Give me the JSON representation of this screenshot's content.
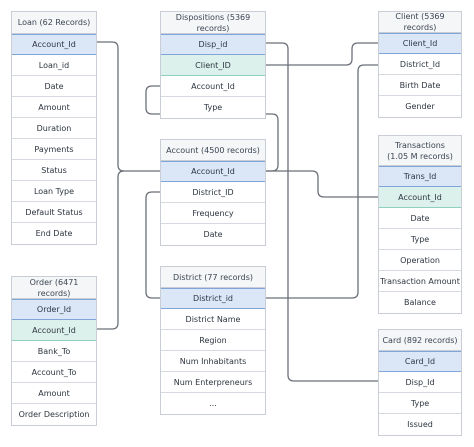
{
  "colors": {
    "primary_key_fill": "#dbe7f7",
    "foreign_key_fill": "#dcf1ec",
    "connector": "#6b7078"
  },
  "tables": {
    "loan": {
      "title": "Loan (62 Records)",
      "fields": [
        "Account_Id",
        "Loan_id",
        "Date",
        "Amount",
        "Duration",
        "Payments",
        "Status",
        "Loan Type",
        "Default Status",
        "End Date"
      ]
    },
    "order": {
      "title": "Order (6471 records)",
      "fields": [
        "Order_Id",
        "Account_Id",
        "Bank_To",
        "Account_To",
        "Amount",
        "Order Description"
      ]
    },
    "dispositions": {
      "title": "Dispositions (5369 records)",
      "fields": [
        "Disp_id",
        "Client_ID",
        "Account_Id",
        "Type"
      ]
    },
    "account": {
      "title": "Account (4500 records)",
      "fields": [
        "Account_Id",
        "District_ID",
        "Frequency",
        "Date"
      ]
    },
    "district": {
      "title": "District (77 records)",
      "fields": [
        "District_id",
        "District Name",
        "Region",
        "Num Inhabitants",
        "Num Enterpreneurs",
        "..."
      ]
    },
    "client": {
      "title": "Client (5369 records)",
      "fields": [
        "Client_Id",
        "District_Id",
        "Birth Date",
        "Gender"
      ]
    },
    "transactions": {
      "title_line1": "Transactions",
      "title_line2": "(1.05 M records)",
      "fields": [
        "Trans_Id",
        "Account_Id",
        "Date",
        "Type",
        "Operation",
        "Transaction Amount",
        "Balance"
      ]
    },
    "card": {
      "title": "Card (892 records)",
      "fields": [
        "Card_Id",
        "Disp_Id",
        "Type",
        "Issued"
      ]
    }
  }
}
